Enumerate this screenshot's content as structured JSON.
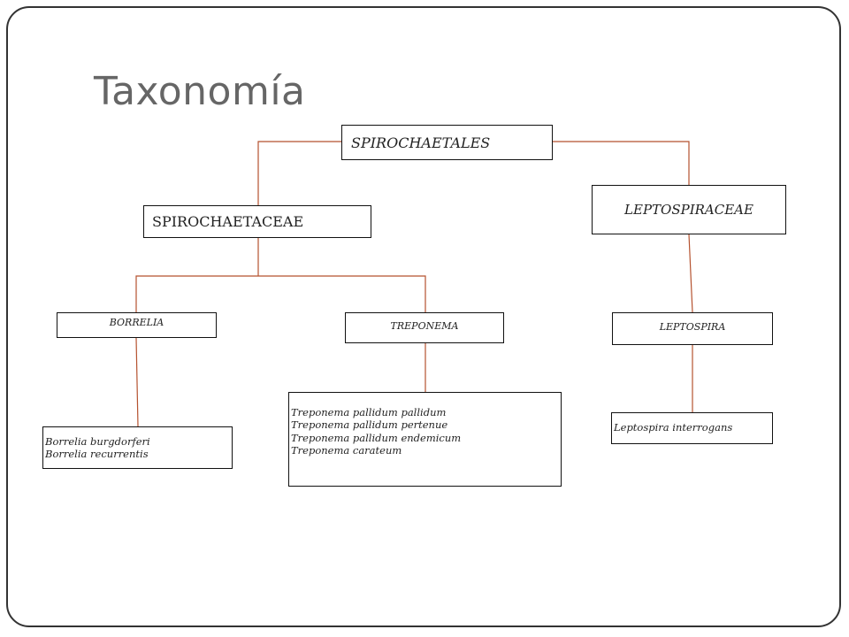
{
  "slide": {
    "title": "Taxonomía"
  },
  "diagram": {
    "order": {
      "label": "SPIROCHAETALES"
    },
    "families": [
      {
        "id": "spirochaetaceae",
        "label": "SPIROCHAETACEAE"
      },
      {
        "id": "leptospiraceae",
        "label": "LEPTOSPIRACEAE"
      }
    ],
    "genera": [
      {
        "id": "borrelia",
        "label": "BORRELIA"
      },
      {
        "id": "treponema",
        "label": "TREPONEMA"
      },
      {
        "id": "leptospira",
        "label": "LEPTOSPIRA"
      }
    ],
    "species": {
      "borrelia": [
        "Borrelia burgdorferi",
        "Borrelia recurrentis"
      ],
      "treponema": [
        "Treponema pallidum pallidum",
        "Treponema pallidum pertenue",
        "Treponema pallidum endemicum",
        "Treponema carateum"
      ],
      "leptospira": [
        "Leptospira interrogans"
      ]
    },
    "connector_color": "#b5522f"
  }
}
